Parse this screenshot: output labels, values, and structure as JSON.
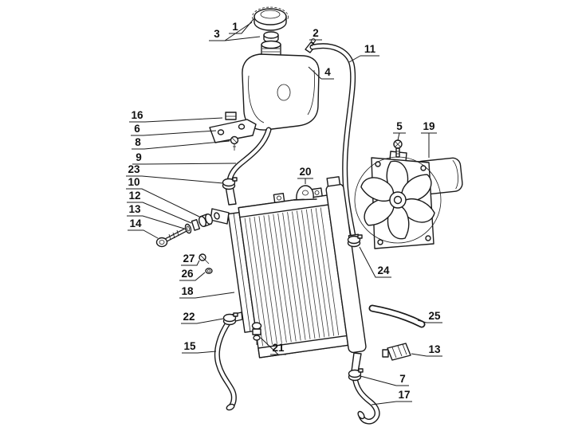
{
  "diagram": {
    "type": "exploded-parts-diagram",
    "background_color": "#ffffff",
    "line_color": "#1a1a1a",
    "callouts": [
      {
        "label": "3"
      },
      {
        "label": "1"
      },
      {
        "label": "2"
      },
      {
        "label": "11"
      },
      {
        "label": "4"
      },
      {
        "label": "16"
      },
      {
        "label": "6"
      },
      {
        "label": "8"
      },
      {
        "label": "9"
      },
      {
        "label": "23"
      },
      {
        "label": "10"
      },
      {
        "label": "12"
      },
      {
        "label": "13"
      },
      {
        "label": "14"
      },
      {
        "label": "5"
      },
      {
        "label": "19"
      },
      {
        "label": "20"
      },
      {
        "label": "27"
      },
      {
        "label": "26"
      },
      {
        "label": "18"
      },
      {
        "label": "24"
      },
      {
        "label": "22"
      },
      {
        "label": "25"
      },
      {
        "label": "15"
      },
      {
        "label": "21"
      },
      {
        "label": "13"
      },
      {
        "label": "7"
      },
      {
        "label": "17"
      }
    ]
  }
}
